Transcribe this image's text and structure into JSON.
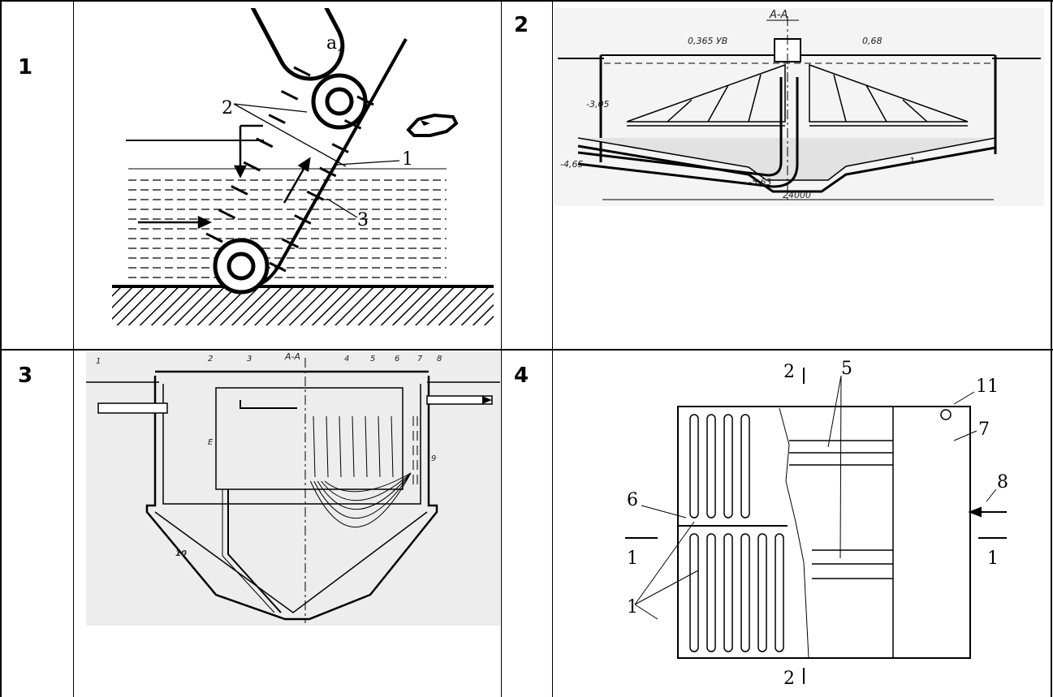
{
  "cells": [
    {
      "number": "1",
      "figure": {
        "title": "a)",
        "labels": [
          "2",
          "1",
          "3"
        ]
      }
    },
    {
      "number": "2",
      "figure": {
        "section": "A-A",
        "labels": [
          "0,365 УВ",
          "0,68",
          "-3,05",
          "-4,65",
          "-5,63",
          "24000",
          "1"
        ]
      }
    },
    {
      "number": "3",
      "figure": {
        "section": "A-A",
        "labels": [
          "1",
          "2",
          "3",
          "4",
          "5",
          "6",
          "7",
          "8",
          "9",
          "10",
          "Е"
        ]
      }
    },
    {
      "number": "4",
      "figure": {
        "labels": [
          "2",
          "5",
          "11",
          "7",
          "6",
          "8",
          "1",
          "1",
          "1",
          "2"
        ]
      }
    }
  ]
}
